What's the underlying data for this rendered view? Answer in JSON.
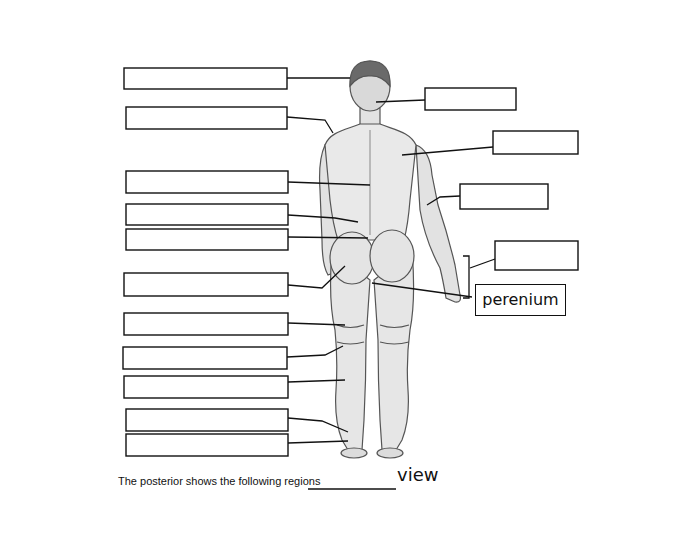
{
  "diagram": {
    "caption": "The posterior shows the following regions",
    "nodes": [
      {
        "text": [
          "perenium"
        ]
      }
    ],
    "labels": [
      "view"
    ]
  }
}
